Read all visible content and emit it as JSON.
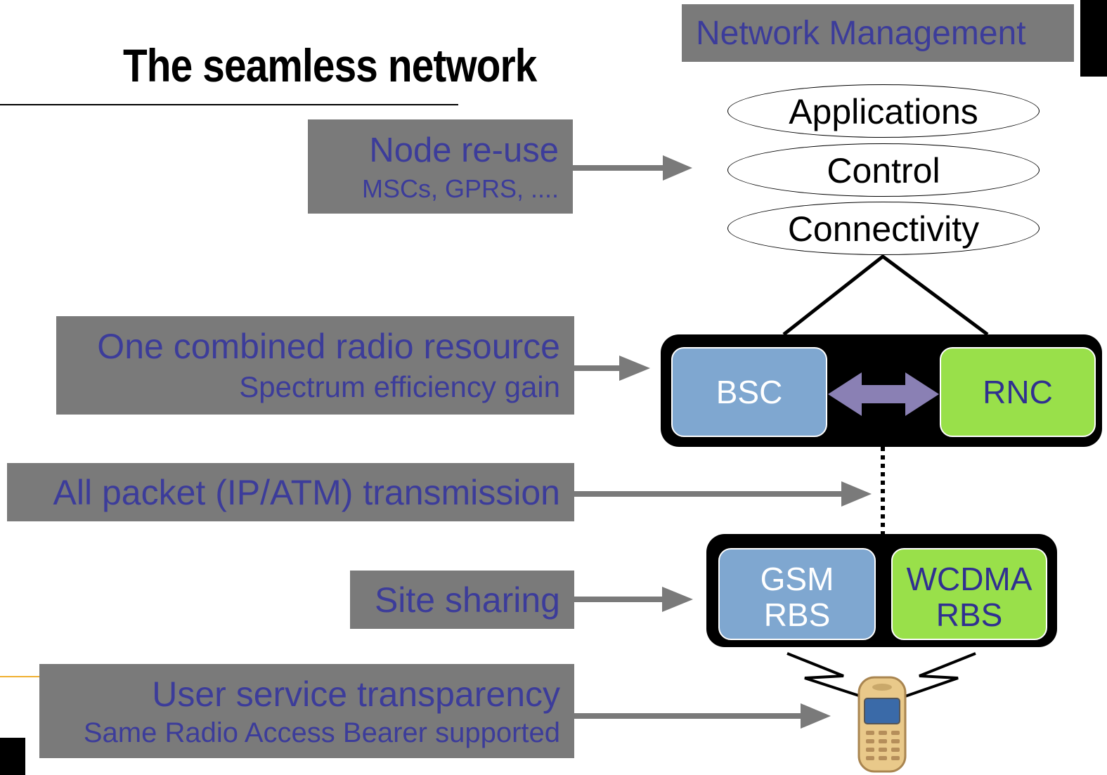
{
  "title": "The seamless network",
  "network_management": "Network Management",
  "layers": {
    "applications": "Applications",
    "control": "Control",
    "connectivity": "Connectivity"
  },
  "callouts": {
    "node_reuse": {
      "main": "Node re-use",
      "sub": "MSCs, GPRS, ...."
    },
    "radio_resource": {
      "main": "One combined radio resource",
      "sub": "Spectrum efficiency gain"
    },
    "packet_transmission": {
      "main": "All packet (IP/ATM) transmission"
    },
    "site_sharing": {
      "main": "Site sharing"
    },
    "user_transparency": {
      "main": "User service transparency",
      "sub": "Same Radio Access Bearer supported"
    }
  },
  "nodes": {
    "bsc": "BSC",
    "rnc": "RNC",
    "gsm_rbs": {
      "line1": "GSM",
      "line2": "RBS"
    },
    "wcdma_rbs": {
      "line1": "WCDMA",
      "line2": "RBS"
    }
  },
  "colors": {
    "callout_bg": "#7a7a7a",
    "callout_text": "#3c3c9a",
    "node_blue": "#7fa7d0",
    "node_green": "#99e04a",
    "double_arrow": "#8a80b4",
    "callout_arrow": "#7a7a7a"
  },
  "icons": {
    "phone": "mobile-phone-icon"
  }
}
